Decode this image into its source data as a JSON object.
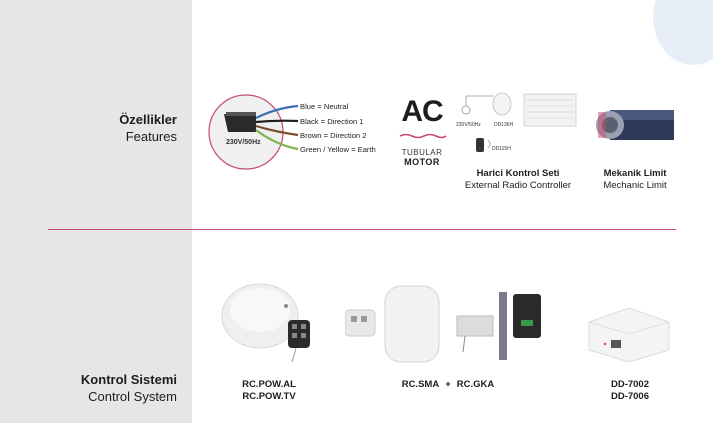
{
  "sections": {
    "features": {
      "title_tr": "Özellikler",
      "title_en": "Features"
    },
    "control": {
      "title_tr": "Kontrol Sistemi",
      "title_en": "Control System"
    }
  },
  "wiring": {
    "voltage": "230V/50Hz",
    "wires": [
      "Blue = Neutral",
      "Black = Direction 1",
      "Brown = Direction 2",
      "Green / Yellow = Earth"
    ],
    "colors": [
      "#3a6fb5",
      "#1d1d1b",
      "#7a4a2a",
      "#7ab648"
    ]
  },
  "ac_logo": {
    "big": "AC",
    "line1": "TUBULAR",
    "line2": "MOTOR",
    "accent": "#c64b6a"
  },
  "radio_diagram": {
    "voltage": "230V/50Hz",
    "receiver_code": "DD136H",
    "remote_code": "DD115H"
  },
  "features": {
    "radio": {
      "tr": "Harici Kontrol Seti",
      "en": "External Radio Controller"
    },
    "limit": {
      "tr": "Mekanik Limit",
      "en": "Mechanic Limit"
    }
  },
  "products": {
    "pow": {
      "line1": "RC.POW.AL",
      "line2": "RC.POW.TV"
    },
    "sma": {
      "left": "RC.SMA",
      "plus": "+",
      "right": "RC.GKA"
    },
    "dd": {
      "line1": "DD-7002",
      "line2": "DD-7006"
    }
  }
}
